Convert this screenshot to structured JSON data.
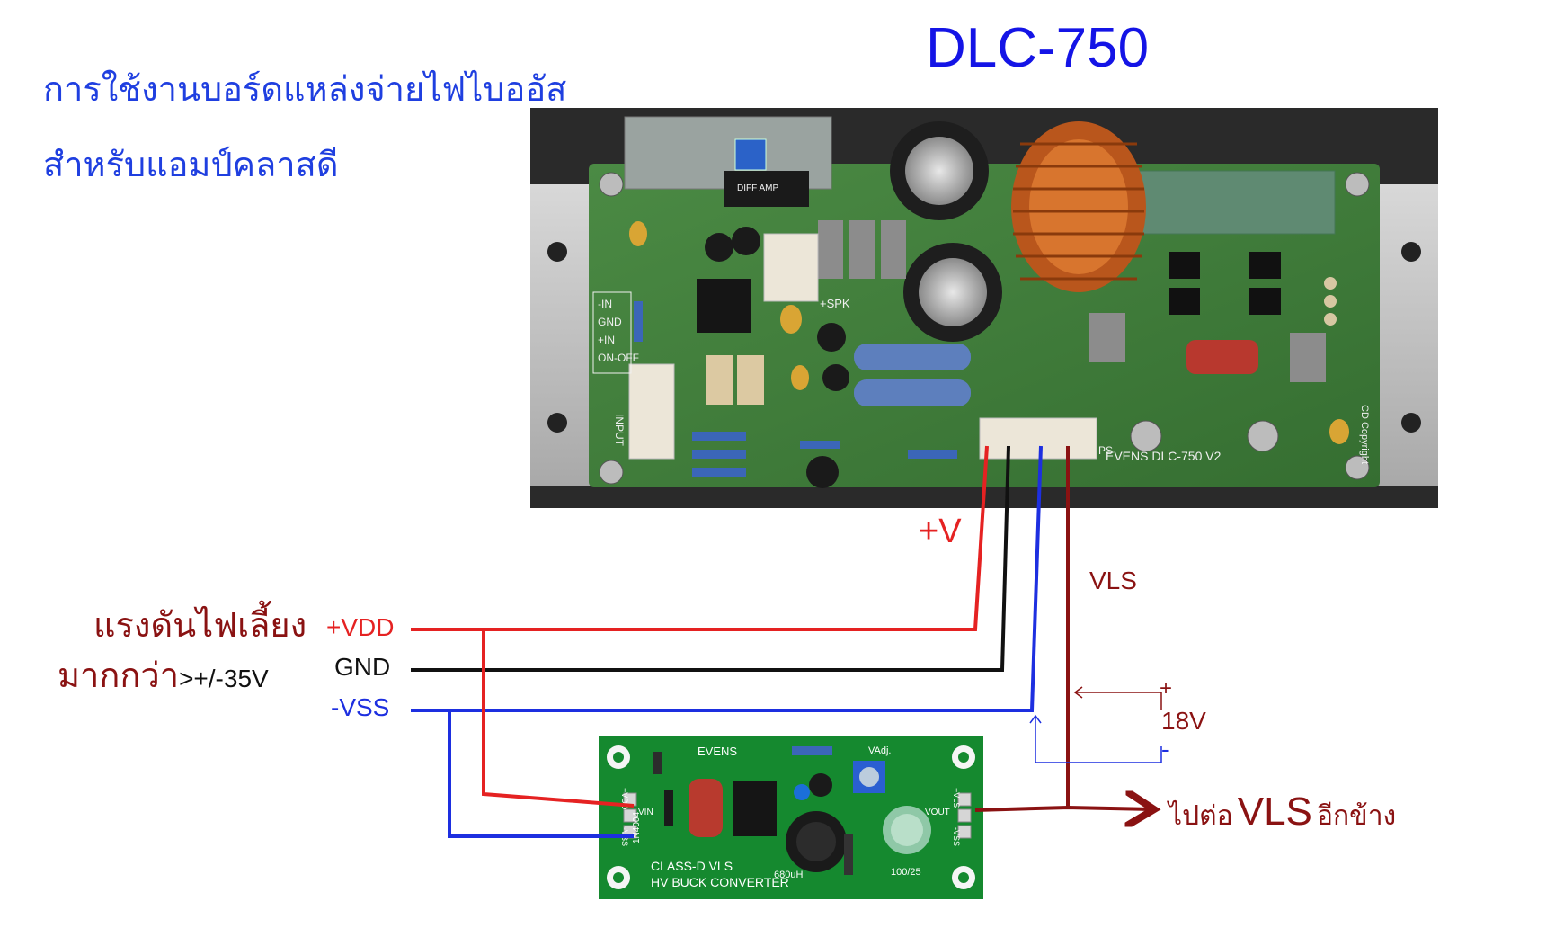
{
  "title": "DLC-750",
  "heading": {
    "line1": "การใช้งานบอร์ดแหล่งจ่ายไฟไบออัส",
    "line2": "สำหรับแอมป์คลาสดี"
  },
  "supply_note": {
    "line1": "แรงดันไฟเลี้ยง",
    "line2": "มากกว่า",
    "line2_value": ">+/-35V"
  },
  "rails": {
    "vdd": "+VDD",
    "gnd": "GND",
    "vss": "-VSS"
  },
  "wire_labels": {
    "plus_v": "+V",
    "vls": "VLS"
  },
  "output_18v": {
    "plus": "+",
    "value": "18V",
    "minus": "-"
  },
  "vls_out": {
    "prefix": "ไปต่อ",
    "main": "VLS",
    "suffix": "อีกข้าง"
  },
  "main_board": {
    "pins": [
      "-IN",
      "GND",
      "+IN",
      "ON-OFF"
    ],
    "input": "INPUT",
    "speaker": "+SPK",
    "brand_label": "EVENS  DLC-750  V2",
    "ps": "PS",
    "amp": "DIFF AMP",
    "copyright": "CD Copyright"
  },
  "vls_board": {
    "brand": "EVENS",
    "name_line1": "CLASS-D VLS",
    "name_line2": "HV BUCK CONVERTER",
    "pins_left": [
      "+VDD",
      "VIN",
      "-VSS"
    ],
    "pins_right": [
      "+VLS",
      "VOUT",
      "-VSS"
    ],
    "inductor": "680uH",
    "cap": "100/25",
    "vadj": "VAdj.",
    "d1": "1N4004"
  },
  "colors": {
    "red": "#e52222",
    "black": "#111111",
    "blue": "#1d2fe0",
    "maroon": "#8a1212",
    "title_blue": "#1414e6",
    "pcb_green": "#3f7d3a"
  }
}
